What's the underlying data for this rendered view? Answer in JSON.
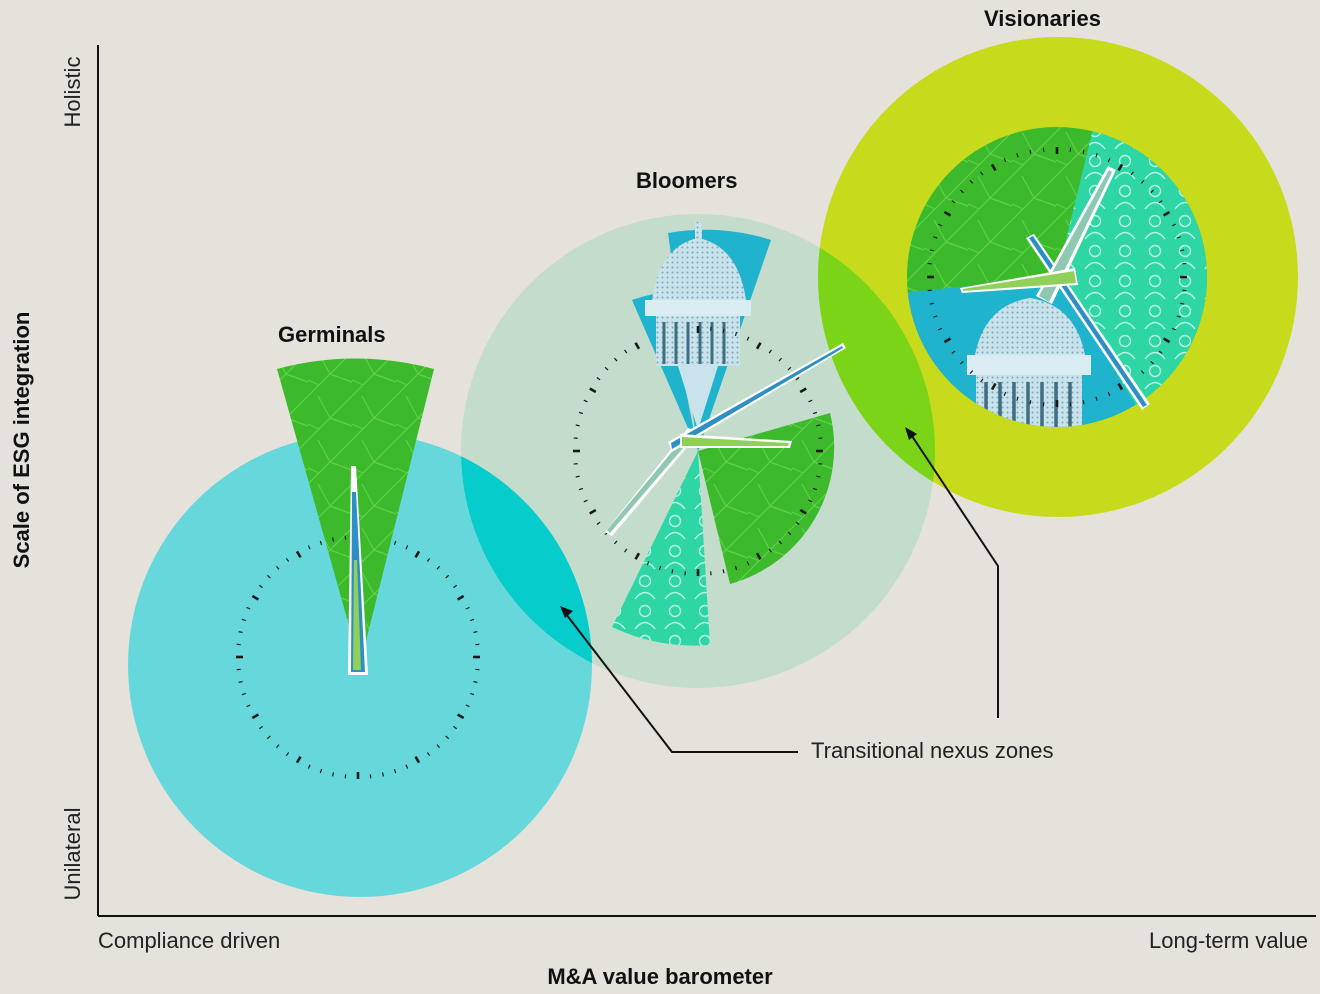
{
  "axes": {
    "y_title": "Scale of ESG integration",
    "y_top": "Holistic",
    "y_bottom": "Unilateral",
    "x_title": "M&A value barometer",
    "x_left": "Compliance driven",
    "x_right": "Long-term value"
  },
  "stages": {
    "germinals": "Germinals",
    "bloomers": "Bloomers",
    "visionaries": "Visionaries"
  },
  "annotation": "Transitional nexus zones",
  "colors": {
    "background": "#e5e2dc",
    "germinals_circle": "#66d8dc",
    "bloomers_circle": "#c3dccb",
    "visionaries_ring": "#c8da1c",
    "overlap_teal": "#06cccc",
    "overlap_green": "#7bd418",
    "leaf_green": "#3cba2c",
    "sky_blue": "#1fb3cd",
    "people_teal": "#2ed6a6",
    "hand_blue": "#2e8fc6",
    "hand_green": "#8fcf5a",
    "hand_sage": "#8fc7b3"
  },
  "icons": {
    "leaf_texture": "leaf-texture-icon",
    "capitol_dome": "capitol-dome-icon",
    "people_pattern": "people-pattern-icon",
    "clock_hand": "clock-hand-icon"
  }
}
